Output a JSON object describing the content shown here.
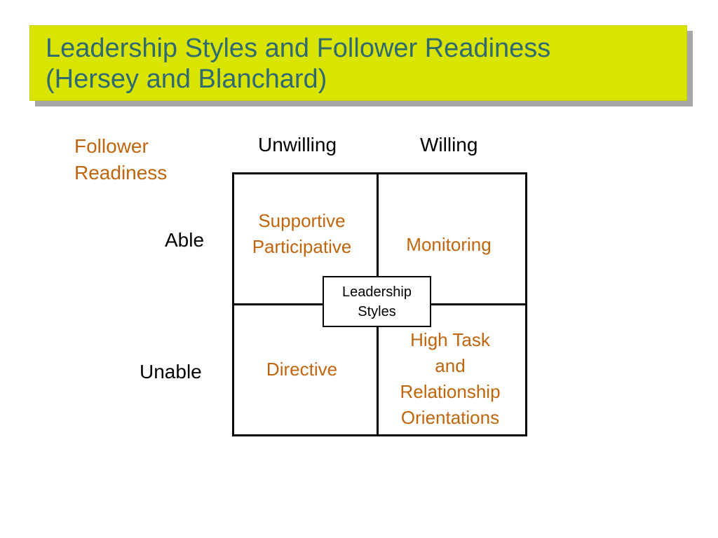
{
  "slide": {
    "title_line1": "Leadership Styles and Follower Readiness",
    "title_line2": "(Hersey and Blanchard)"
  },
  "diagram": {
    "readiness_label_line1": "Follower",
    "readiness_label_line2": "Readiness",
    "col_unwilling": "Unwilling",
    "col_willing": "Willing",
    "row_able": "Able",
    "row_unable": "Unable",
    "cell_able_unwilling_line1": "Supportive",
    "cell_able_unwilling_line2": "Participative",
    "cell_able_willing": "Monitoring",
    "cell_unable_unwilling": "Directive",
    "cell_unable_willing_line1": "High Task",
    "cell_unable_willing_line2": "and",
    "cell_unable_willing_line3": "Relationship",
    "cell_unable_willing_line4": "Orientations",
    "center_line1": "Leadership",
    "center_line2": "Styles"
  },
  "colors": {
    "title_bg": "#d9e500",
    "title_text": "#2f6a73",
    "accent_text": "#c0650c"
  }
}
